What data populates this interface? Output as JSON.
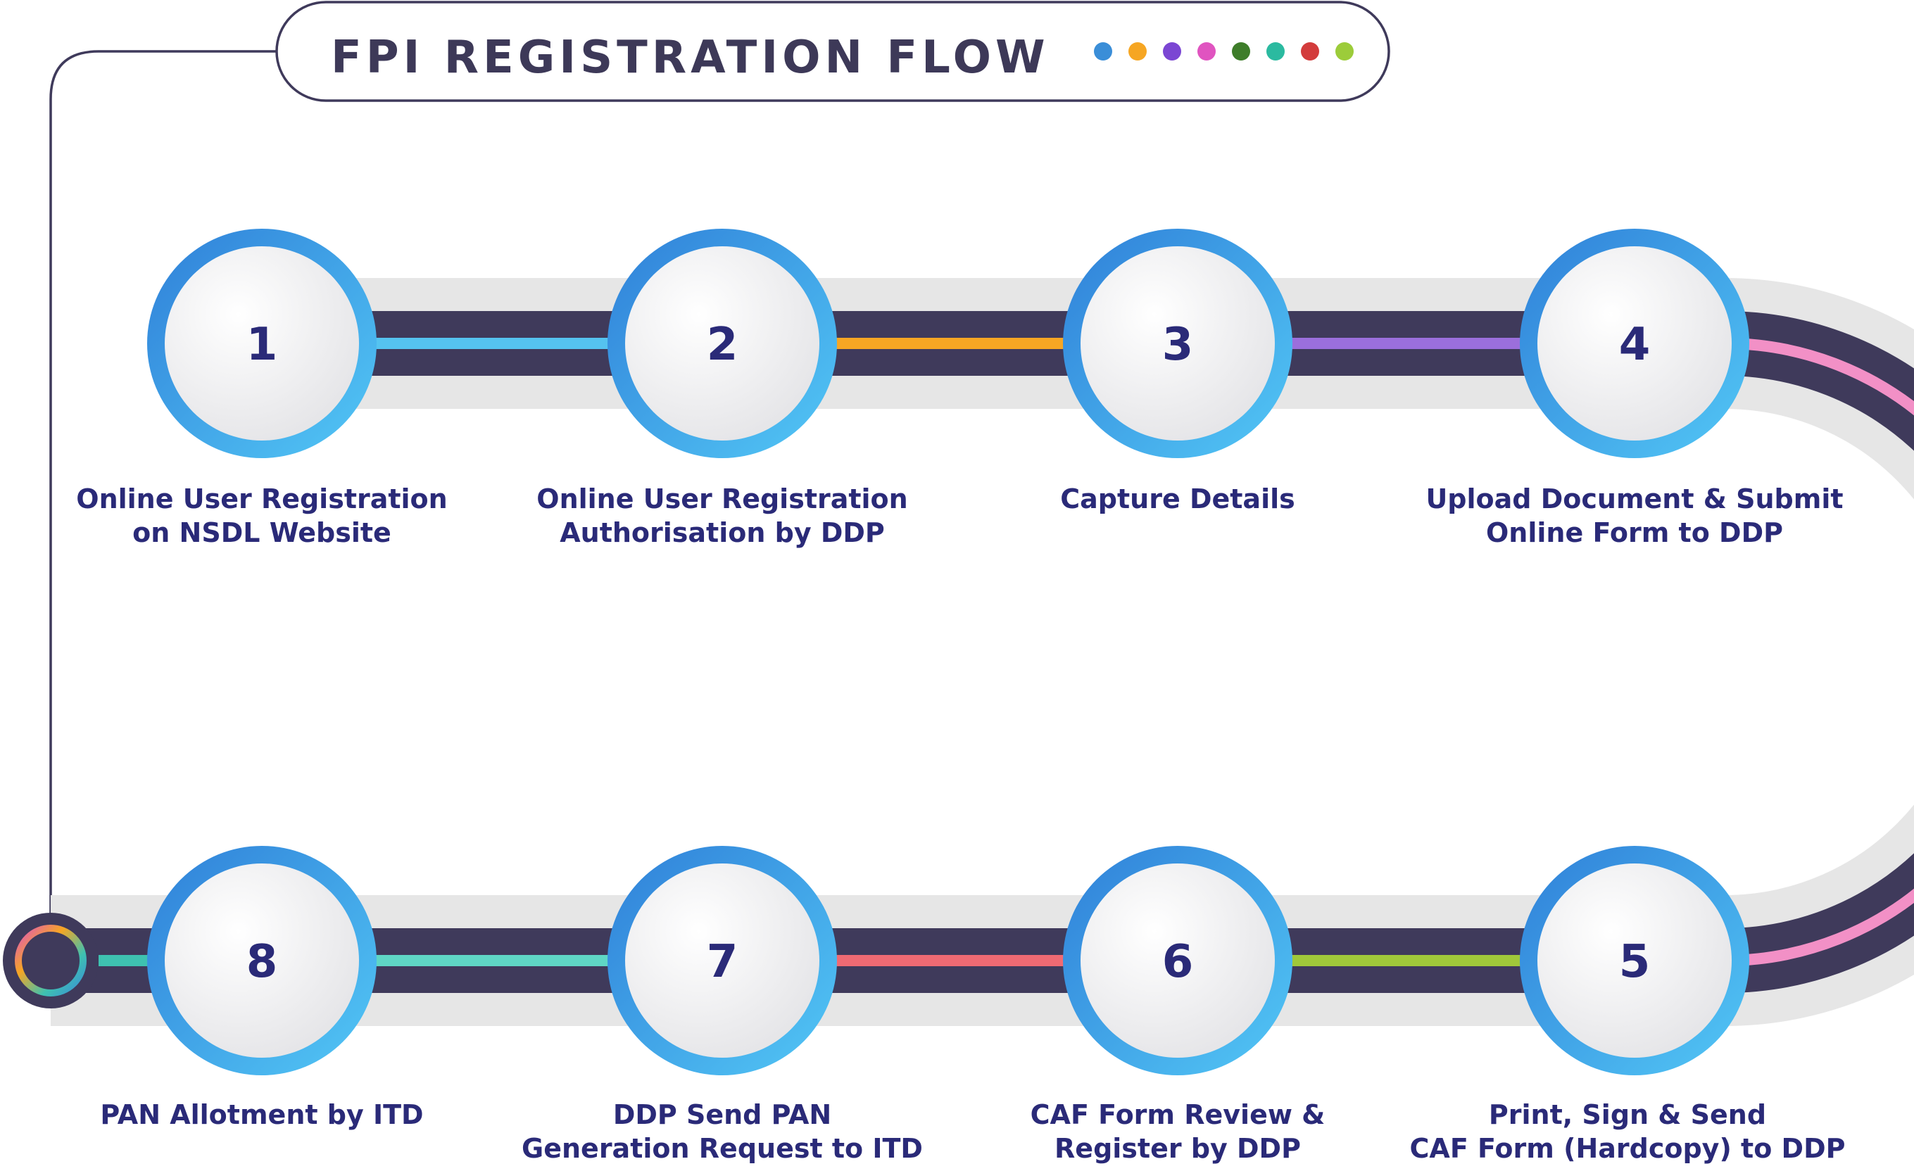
{
  "title": "FPI REGISTRATION FLOW",
  "colors": {
    "track_light": "#e6e6e6",
    "track_dark": "#3f3a5b",
    "ring": "#3f9be4",
    "number": "#2a2a78",
    "label": "#2a2a78"
  },
  "legend_dots": [
    "#3a8ed8",
    "#f6a623",
    "#7b46d3",
    "#e054c0",
    "#3e7d2a",
    "#2bbaa0",
    "#d33c3c",
    "#9ccc3a"
  ],
  "steps": [
    {
      "number": "1",
      "lines": [
        "Online User Registration",
        "on NSDL Website"
      ],
      "color": "#55c3f0"
    },
    {
      "number": "2",
      "lines": [
        "Online User Registration",
        "Authorisation by DDP"
      ],
      "color": "#f6a623"
    },
    {
      "number": "3",
      "lines": [
        "Capture Details"
      ],
      "color": "#9b6fdc"
    },
    {
      "number": "4",
      "lines": [
        "Upload Document & Submit",
        "Online Form to DDP"
      ],
      "color": "#f290c6"
    },
    {
      "number": "5",
      "lines": [
        "Print, Sign & Send",
        "CAF Form (Hardcopy) to DDP"
      ],
      "color": "#a0c83a"
    },
    {
      "number": "6",
      "lines": [
        "CAF Form Review &",
        "Register by DDP"
      ],
      "color": "#ef6a73"
    },
    {
      "number": "7",
      "lines": [
        "DDP Send PAN",
        "Generation Request to ITD"
      ],
      "color": "#5fd6c5"
    },
    {
      "number": "8",
      "lines": [
        "PAN Allotment by ITD"
      ],
      "color": "#3ec1b0"
    }
  ]
}
